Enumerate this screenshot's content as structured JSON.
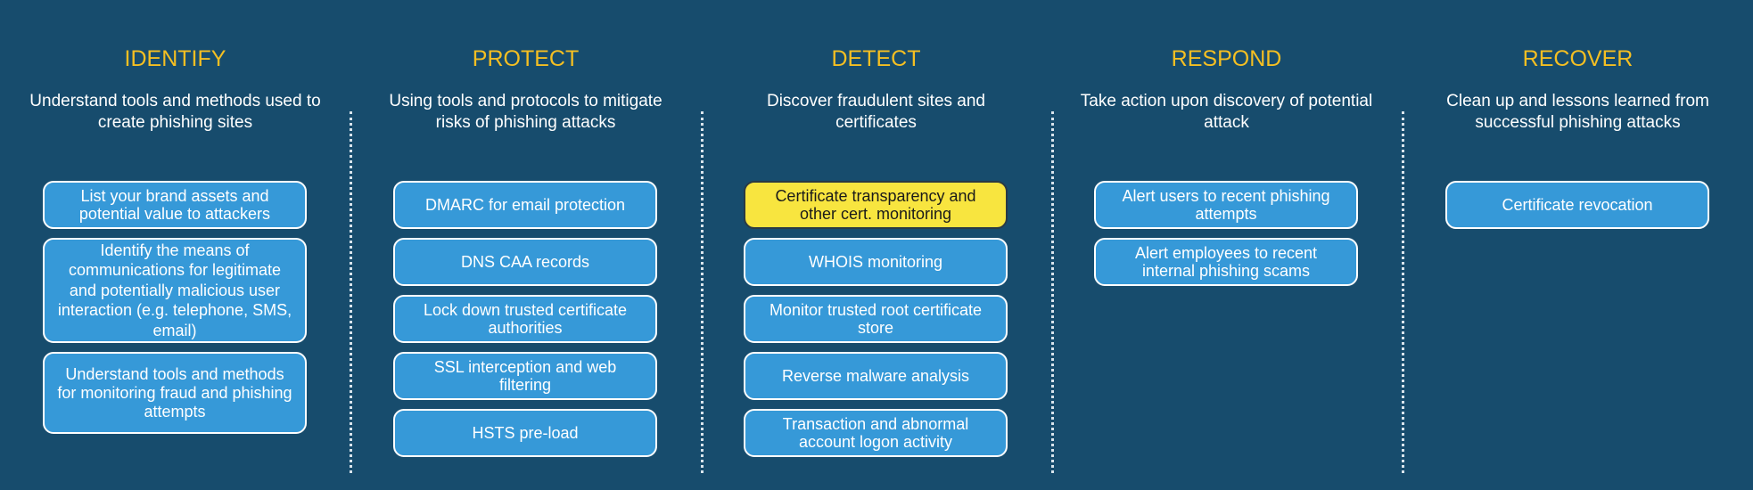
{
  "columns": [
    {
      "title": "IDENTIFY",
      "description": "Understand tools and methods used to create phishing sites",
      "items": [
        "List your brand assets and potential value to attackers",
        "Identify the means of communications for legitimate and potentially malicious user interaction (e.g. telephone, SMS, email)",
        "Understand tools and methods for monitoring fraud and phishing attempts"
      ]
    },
    {
      "title": "PROTECT",
      "description": "Using tools and protocols to mitigate risks of phishing attacks",
      "items": [
        "DMARC for email protection",
        "DNS CAA records",
        "Lock down trusted certificate authorities",
        "SSL interception and web filtering",
        "HSTS pre-load"
      ]
    },
    {
      "title": "DETECT",
      "description": "Discover fraudulent sites and certificates",
      "items": [
        "Certificate transparency and other cert. monitoring",
        "WHOIS monitoring",
        "Monitor trusted root certificate store",
        "Reverse malware analysis",
        "Transaction and abnormal account logon activity"
      ]
    },
    {
      "title": "RESPOND",
      "description": "Take action upon discovery of potential attack",
      "items": [
        "Alert users to recent phishing attempts",
        "Alert employees to recent internal phishing scams"
      ]
    },
    {
      "title": "RECOVER",
      "description": "Clean up and lessons learned from successful phishing attacks",
      "items": [
        "Certificate revocation"
      ]
    }
  ],
  "colors": {
    "background": "#174c6d",
    "title": "#f5bf22",
    "box": "#3699d8",
    "highlight_box": "#f8e53f"
  }
}
